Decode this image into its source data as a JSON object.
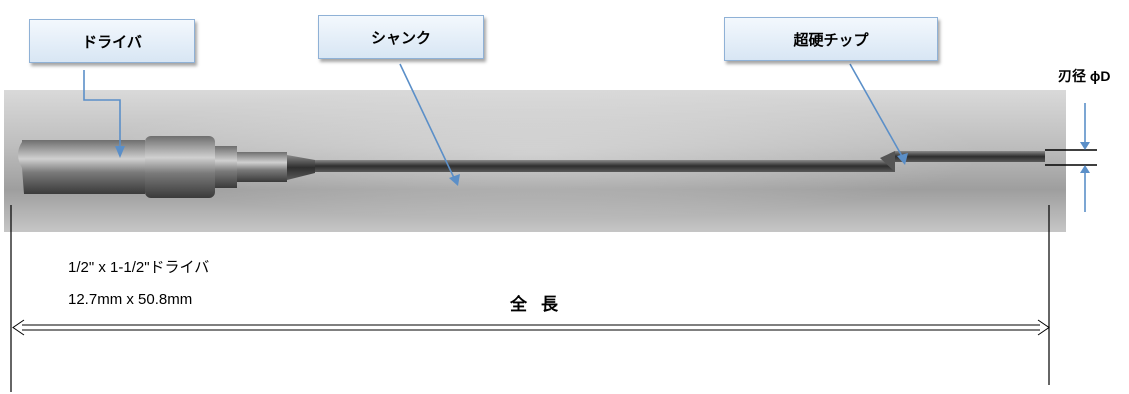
{
  "labels": {
    "driver": "ドライバ",
    "shank": "シャンク",
    "carbide_tip": "超硬チップ",
    "tip_diameter": "刃径 ϕD"
  },
  "specs": {
    "driver_size_inch": "1/2\" x 1-1/2\"ドライバ",
    "driver_size_mm": "12.7mm x 50.8mm"
  },
  "dimensions": {
    "overall_length": "全長"
  },
  "colors": {
    "callout_border": "#8fb1d6",
    "arrow": "#5b8fc8",
    "line": "#000000"
  }
}
